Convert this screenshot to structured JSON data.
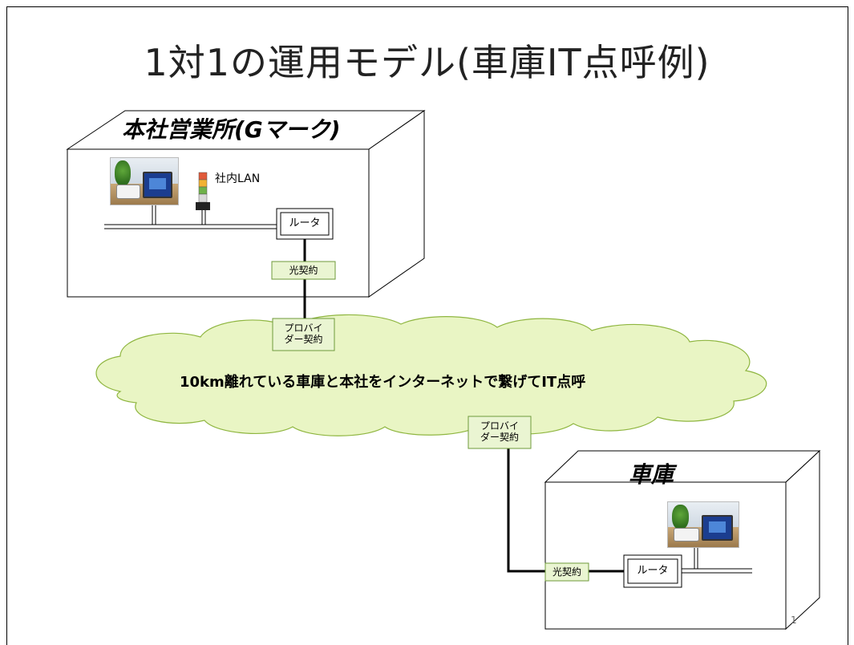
{
  "title": "1対1の運用モデル(車庫IT点呼例)",
  "head_office": {
    "label": "本社営業所(Gマーク)",
    "lan_label": "社内LAN",
    "router_label": "ルータ",
    "fiber_label": "光契約"
  },
  "cloud": {
    "text": "10km離れている車庫と本社をインターネットで繋げてIT点呼",
    "provider_top": [
      "プロバイ",
      "ダー契約"
    ],
    "provider_bottom": [
      "プロバイ",
      "ダー契約"
    ]
  },
  "depot": {
    "label": "車庫",
    "router_label": "ルータ",
    "fiber_label": "光契約"
  },
  "page_number": "1",
  "colors": {
    "cloud_fill": "#e9f5c4",
    "cloud_stroke": "#8fb640",
    "tag_fill": "#eaf5d2",
    "tag_stroke": "#6f9a3b"
  }
}
